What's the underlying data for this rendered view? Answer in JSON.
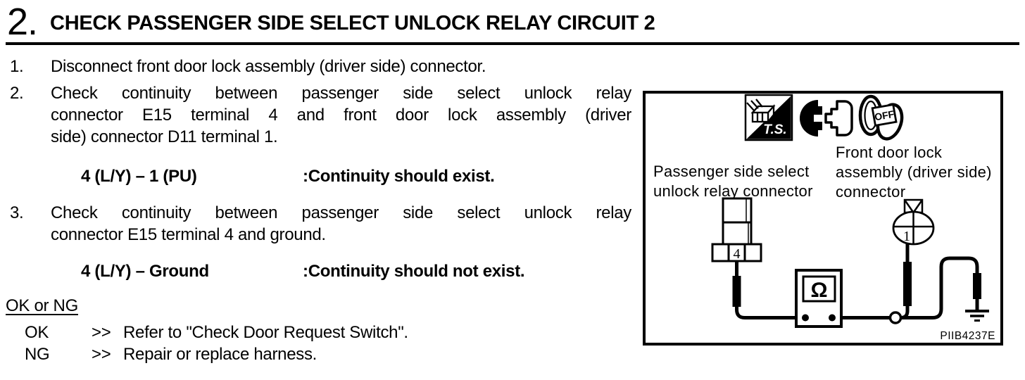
{
  "header": {
    "step_number": "2.",
    "title": "CHECK PASSENGER SIDE SELECT UNLOCK RELAY CIRCUIT 2"
  },
  "steps": [
    {
      "num": "1.",
      "lines": [
        "Disconnect front door lock assembly (driver side) connector."
      ]
    },
    {
      "num": "2.",
      "lines": [
        "Check continuity between passenger side select unlock relay",
        "connector E15 terminal 4 and front door lock assembly (driver",
        "side) connector D11 terminal 1."
      ]
    },
    {
      "num": "3.",
      "lines": [
        "Check continuity between passenger side select unlock relay",
        "connector E15 terminal 4 and ground."
      ]
    }
  ],
  "specs": [
    {
      "terminals": "4 (L/Y) – 1 (PU)",
      "condition": ":Continuity should exist."
    },
    {
      "terminals": "4 (L/Y) – Ground",
      "condition": ":Continuity should not exist."
    }
  ],
  "results": {
    "heading": "OK or NG",
    "items": [
      {
        "label": "OK",
        "arrow": ">>",
        "action": "Refer to \"Check Door Request Switch\"."
      },
      {
        "label": "NG",
        "arrow": ">>",
        "action": "Repair or replace harness."
      }
    ]
  },
  "figure": {
    "ts_icon": "T.S.",
    "key_position": "OFF",
    "left_connector_label": [
      "Passenger side select",
      "unlock relay connector"
    ],
    "right_connector_label": [
      "Front door lock",
      "assembly (driver side)",
      "connector"
    ],
    "left_terminal": "4",
    "right_terminal": "1",
    "meter_symbol": "Ω",
    "figure_code": "PIIB4237E"
  }
}
